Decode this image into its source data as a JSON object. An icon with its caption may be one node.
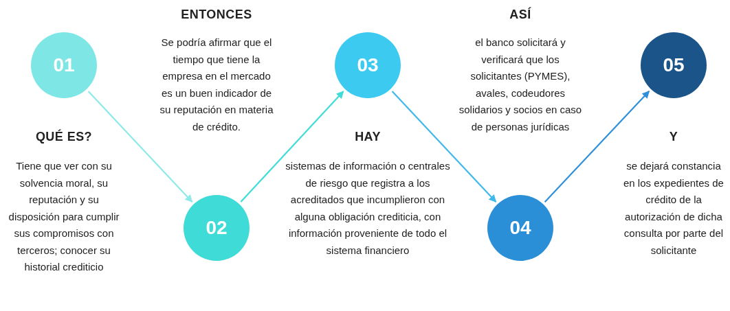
{
  "diagram": {
    "nodes": [
      {
        "text": [
          "01"
        ],
        "beside": [
          "QUÉ ES?",
          "Tiene que ver con su solvencia moral, su reputación y su disposición para cumplir sus compromisos con terceros; conocer su historial crediticio"
        ]
      },
      {
        "text": [
          "02"
        ],
        "beside": [
          "ENTONCES",
          "Se podría afirmar que el tiempo que tiene la empresa en el mercado es un buen indicador de su reputación en materia de crédito."
        ]
      },
      {
        "text": [
          "03"
        ],
        "beside": [
          "HAY",
          "sistemas de información o centrales de riesgo que registra a los acreditados que incumplieron con alguna obligación crediticia, con información proveniente de todo el sistema financiero"
        ]
      },
      {
        "text": [
          "04"
        ],
        "beside": [
          "ASÍ",
          "el banco solicitará y verificará que los solicitantes (PYMES), avales, codeudores solidarios y socios en caso de personas jurídicas"
        ]
      },
      {
        "text": [
          "05"
        ],
        "beside": [
          "Y",
          "se dejará constancia en los expedientes de crédito de la autorización de dicha consulta por parte del solicitante"
        ]
      }
    ],
    "edges": [
      {
        "from": 0,
        "to": 1,
        "arrow": "to",
        "color": "#8ee9e9"
      },
      {
        "from": 1,
        "to": 2,
        "arrow": "to",
        "color": "#3fdcd8"
      },
      {
        "from": 2,
        "to": 3,
        "arrow": "to",
        "color": "#3fb8ea"
      },
      {
        "from": 3,
        "to": 4,
        "arrow": "to",
        "color": "#2f8fd8"
      }
    ]
  }
}
